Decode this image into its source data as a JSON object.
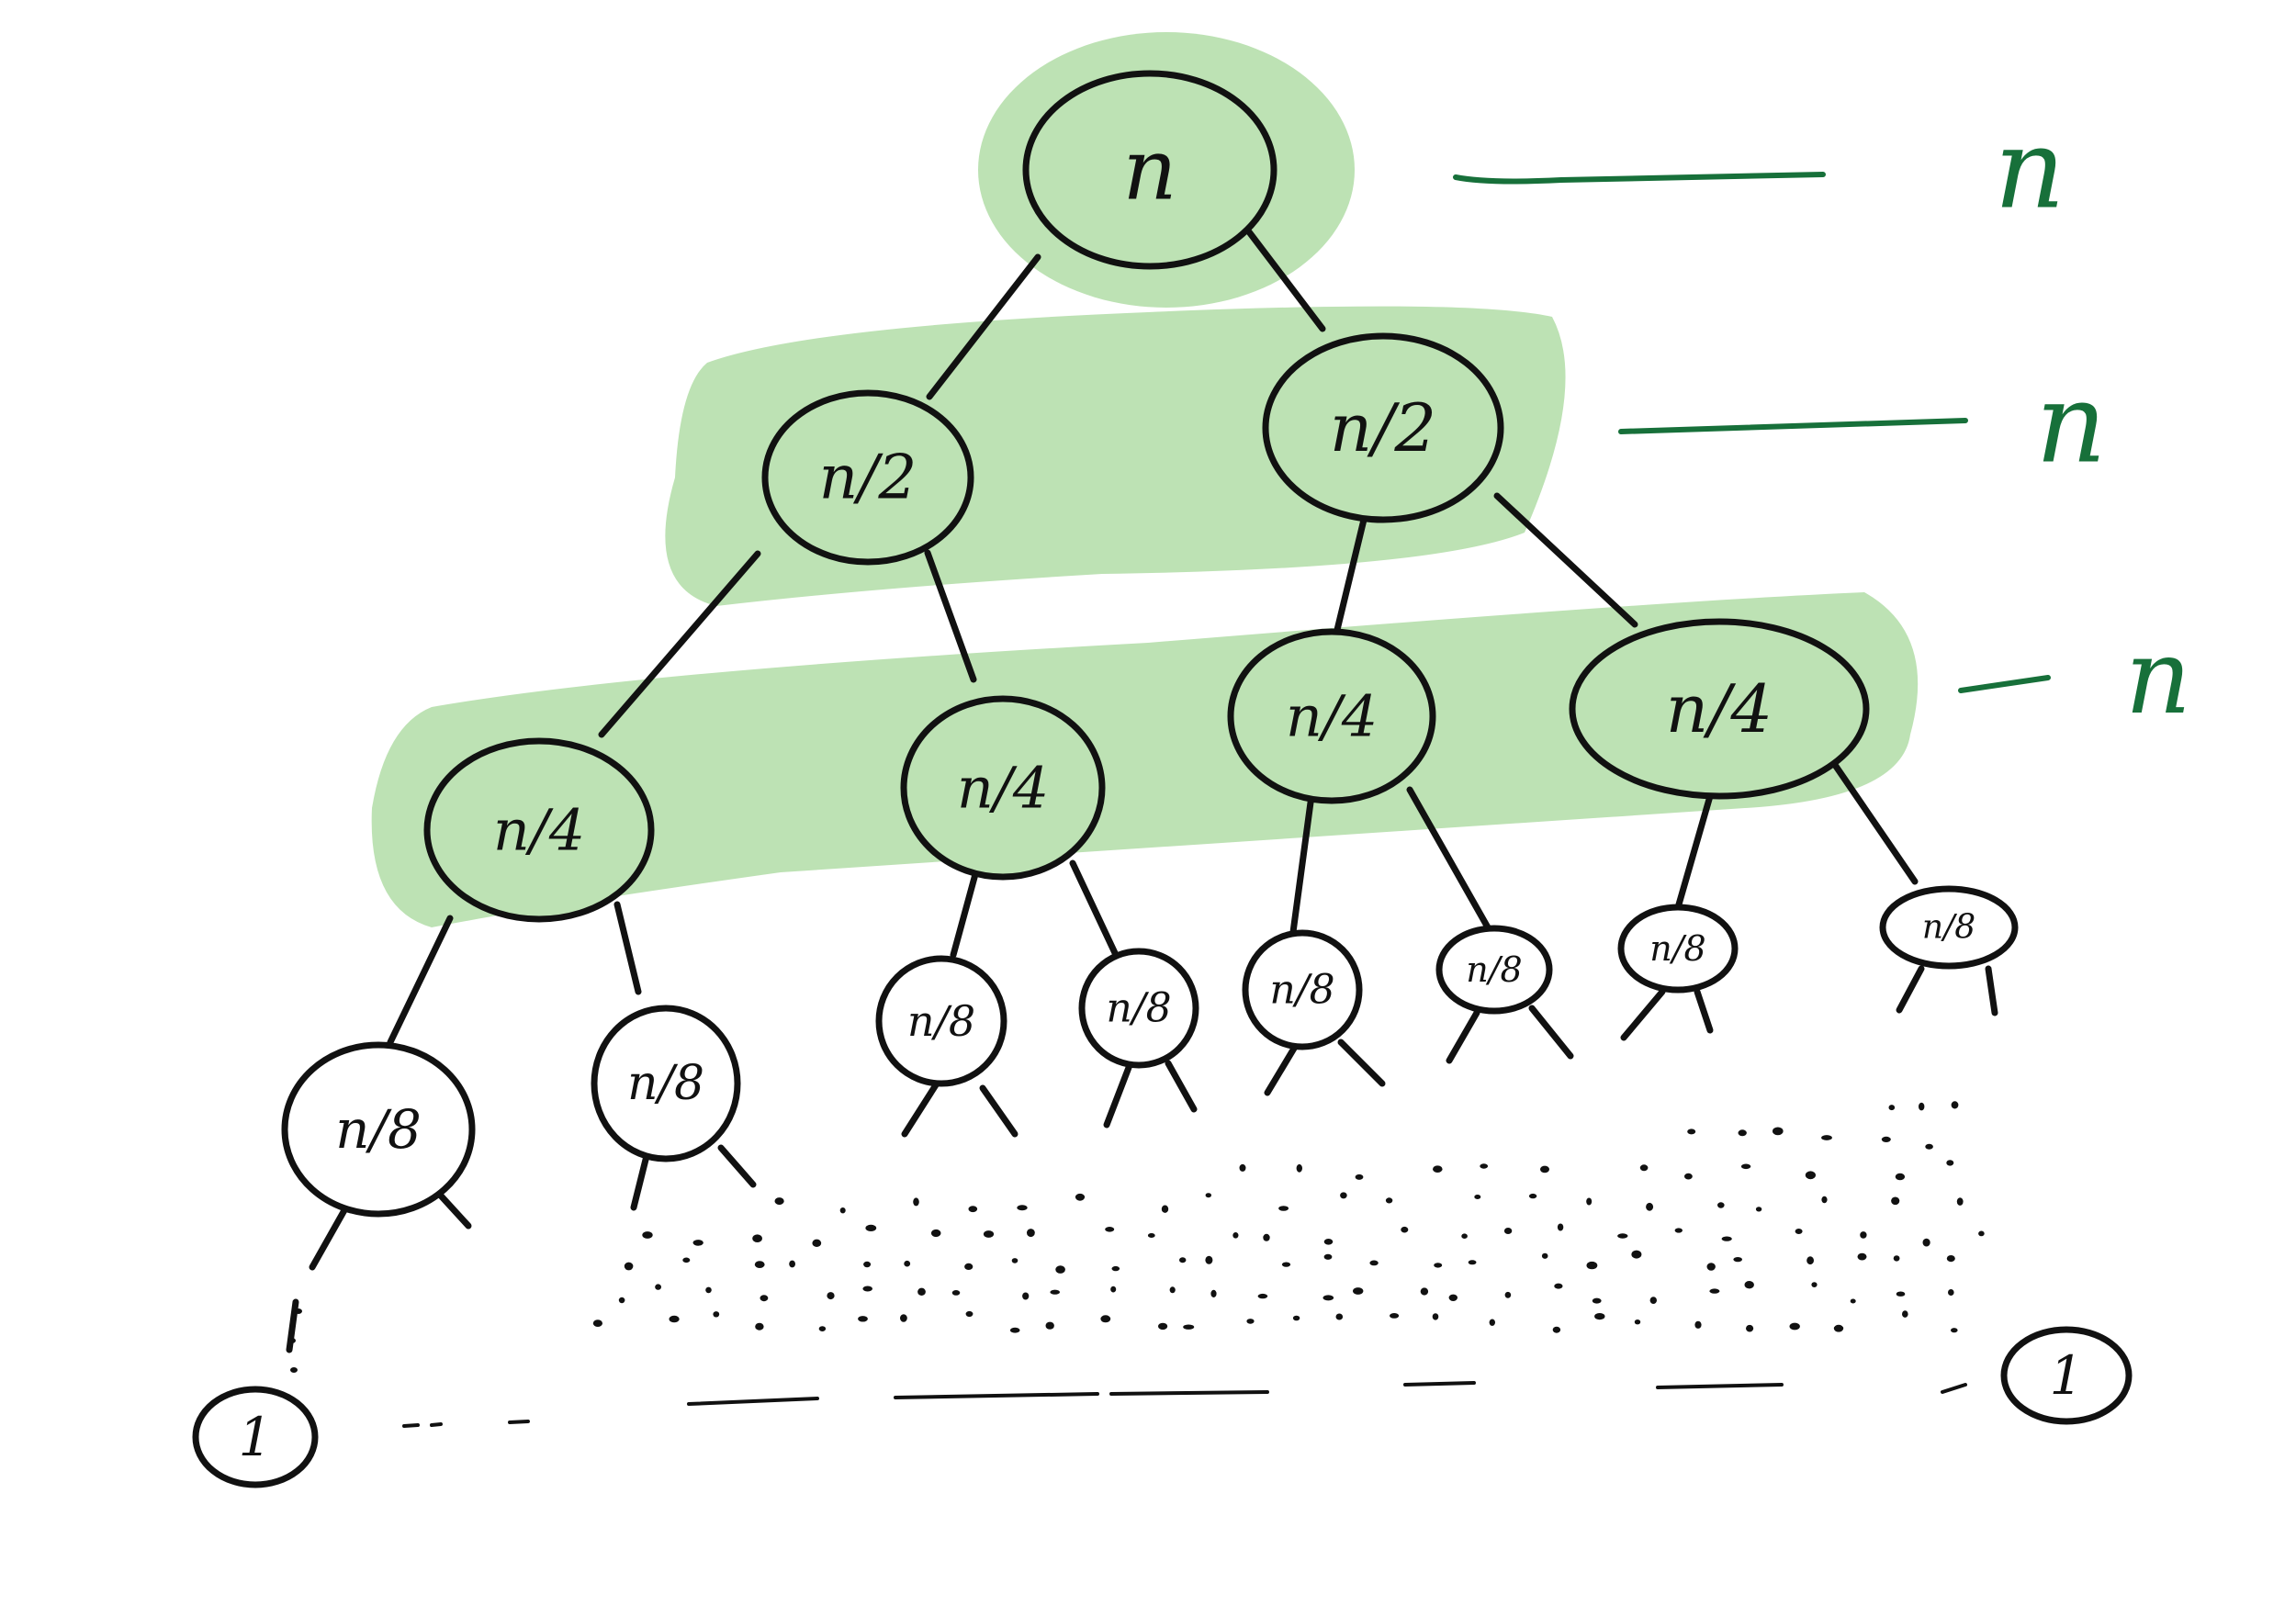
{
  "diagram": {
    "highlight_color": "#bde2b4",
    "sum_color": "#17703a",
    "levels": [
      {
        "highlighted": true,
        "sum_label": "n",
        "nodes": [
          "n"
        ]
      },
      {
        "highlighted": true,
        "sum_label": "n",
        "nodes": [
          "n/2",
          "n/2"
        ]
      },
      {
        "highlighted": true,
        "sum_label": "n",
        "nodes": [
          "n/4",
          "n/4",
          "n/4",
          "n/4"
        ]
      },
      {
        "highlighted": false,
        "sum_label": "",
        "nodes": [
          "n/8",
          "n/8",
          "n/8",
          "n/8",
          "n/8",
          "n/8",
          "n/8",
          "n/8"
        ]
      }
    ],
    "leaves": [
      "1",
      "1"
    ]
  }
}
